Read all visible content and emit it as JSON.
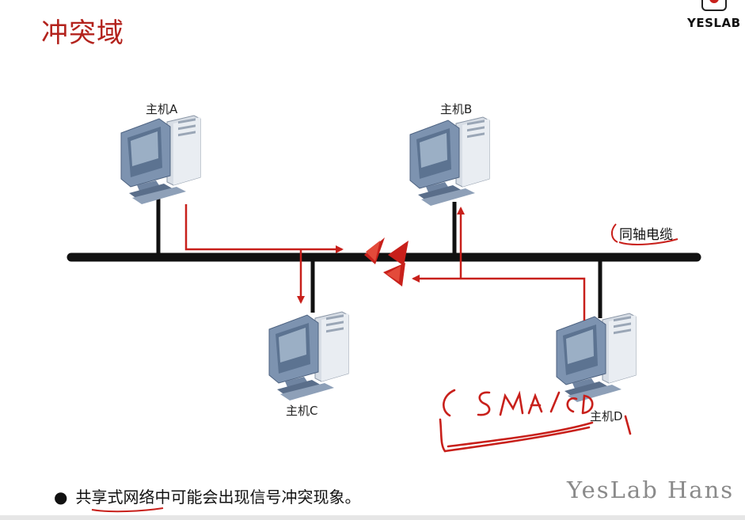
{
  "slide": {
    "title": "冲突域",
    "logo_text": "YESLAB",
    "cable_label": "同轴电缆",
    "bullet": "共享式网络中可能会出现信号冲突现象。",
    "watermark": "YesLab Hans",
    "handwriting": "CSMA/CD"
  },
  "hosts": [
    {
      "id": "A",
      "label": "主机A"
    },
    {
      "id": "B",
      "label": "主机B"
    },
    {
      "id": "C",
      "label": "主机C"
    },
    {
      "id": "D",
      "label": "主机D"
    }
  ],
  "colors": {
    "title": "#b3221c",
    "signal_arrow": "#c8201b",
    "bus": "#111111",
    "collision": "#c8201b",
    "monitor_body": "#a7b5c9",
    "screen": "#5c7391"
  }
}
